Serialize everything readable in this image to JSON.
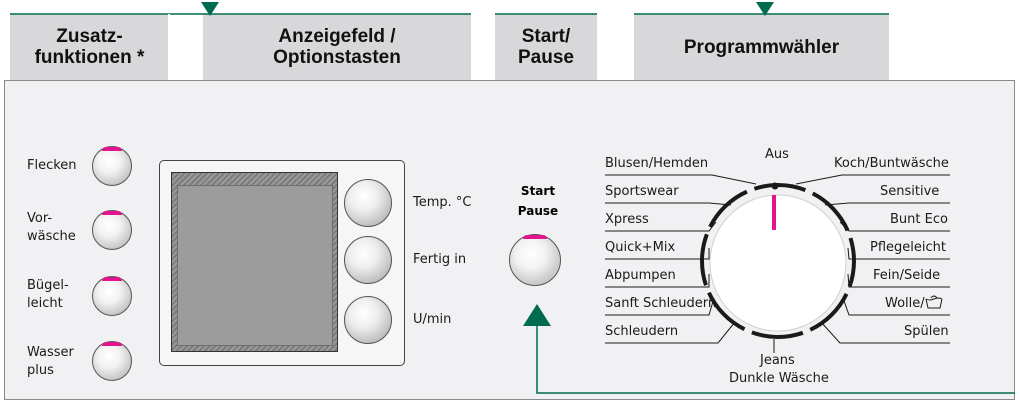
{
  "header": {
    "zusatz": "Zusatz-\nfunktionen *",
    "anzeige": "Anzeigefeld /\nOptionstasten",
    "start": "Start/\nPause",
    "programm": "Programmwähler"
  },
  "left_buttons": [
    {
      "label": "Flecken"
    },
    {
      "label": "Vor-\nwäsche"
    },
    {
      "label": "Bügel-\nleicht"
    },
    {
      "label": "Wasser\nplus"
    }
  ],
  "option_buttons": [
    {
      "label": "Temp. °C"
    },
    {
      "label": "Fertig in"
    },
    {
      "label": "U/min"
    }
  ],
  "start_pause": {
    "line1": "Start",
    "line2": "Pause"
  },
  "programs_left": [
    "Blusen/Hemden",
    "Sportswear",
    "Xpress",
    "Quick+Mix",
    "Abpumpen",
    "Sanft Schleudern",
    "Schleudern"
  ],
  "programs_right": [
    "Koch/Buntwäsche",
    "Sensitive",
    "Bunt Eco",
    "Pflegeleicht",
    "Fein/Seide",
    "Wolle/",
    "Spülen"
  ],
  "program_top": "Aus",
  "program_bottom": {
    "line1": "Jeans",
    "line2": "Dunkle Wäsche"
  },
  "colors": {
    "accent_led": "#e0158f",
    "arrow": "#006b4f",
    "header_bg": "#d8d8da",
    "panel_bg": "#f1f1f3"
  }
}
